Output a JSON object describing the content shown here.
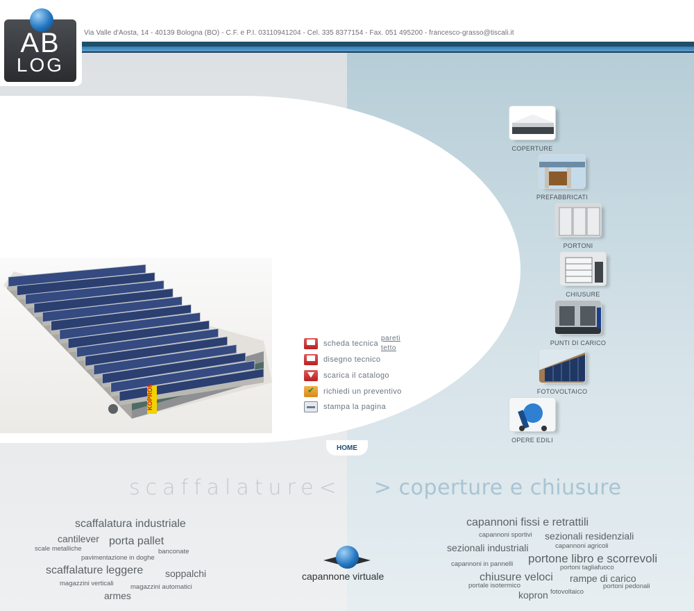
{
  "header": {
    "contact": "Via Valle d'Aosta, 14 - 40139 Bologna (BO) - C.F. e P.I. 03110941204 - Cel. 335 8377154 - Fax. 051 495200 - francesco-grasso@tiscali.it"
  },
  "logo": {
    "top_text": "AB",
    "bottom_text": "LOG"
  },
  "product_sign": "KOPRON",
  "actions": [
    {
      "label": "scheda tecnica",
      "icon": "document-icon"
    },
    {
      "label": "disegno tecnico",
      "icon": "drawing-icon"
    },
    {
      "label": "scarica il catalogo",
      "icon": "download-icon"
    },
    {
      "label": "richiedi un preventivo",
      "icon": "quote-check-icon"
    },
    {
      "label": "stampa la pagina",
      "icon": "print-icon"
    }
  ],
  "scheda_links": {
    "pareti": "pareti",
    "tetto": "tetto"
  },
  "home_label": "HOME",
  "categories": [
    {
      "label": "COPERTURE"
    },
    {
      "label": "PREFABBRICATI"
    },
    {
      "label": "PORTONI"
    },
    {
      "label": "CHIUSURE"
    },
    {
      "label": "PUNTI DI CARICO"
    },
    {
      "label": "FOTOVOLTAICO"
    },
    {
      "label": "OPERE EDILI"
    }
  ],
  "sections": {
    "left_title": "scaffalature<",
    "right_title": "> coperture e chiusure"
  },
  "left_tags": [
    "scaffalatura industriale",
    "cantilever",
    "porta pallet",
    "scale metalliche",
    "banconate",
    "pavimentazione in doghe",
    "scaffalature leggere",
    "soppalchi",
    "magazzini verticali",
    "magazzini automatici",
    "armes"
  ],
  "right_tags": [
    "capannoni fissi e retrattili",
    "capannoni sportivi",
    "sezionali residenziali",
    "capannoni agricoli",
    "sezionali industriali",
    "portone libro e scorrevoli",
    "capannoni in pannelli",
    "portoni tagliafuoco",
    "chiusure veloci",
    "rampe di carico",
    "portale isotermico",
    "portoni pedonali",
    "kopron",
    "fotovoltaico"
  ],
  "virtual": {
    "label": "capannone virtuale"
  }
}
